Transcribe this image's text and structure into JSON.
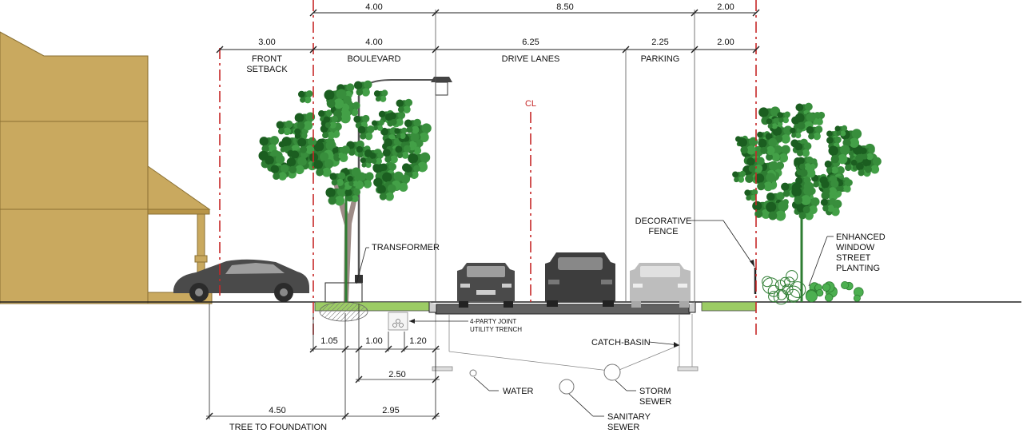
{
  "dimensions": {
    "top_row": [
      "4.00",
      "8.50",
      "2.00"
    ],
    "second_row": [
      "3.00",
      "4.00",
      "6.25",
      "2.25",
      "2.00"
    ],
    "bottom": {
      "d105": "1.05",
      "d100": "1.00",
      "d120": "1.20",
      "d250": "2.50",
      "d450": "4.50",
      "d295": "2.95"
    }
  },
  "zones": {
    "front_setback_1": "FRONT",
    "front_setback_2": "SETBACK",
    "boulevard": "BOULEVARD",
    "drive_lanes": "DRIVE LANES",
    "parking": "PARKING"
  },
  "centerline": "CL",
  "annotations": {
    "transformer": "TRANSFORMER",
    "trench_1": "4-PARTY JOINT",
    "trench_2": "UTILITY TRENCH",
    "catch_basin": "CATCH-BASIN",
    "water": "WATER",
    "storm_1": "STORM",
    "storm_2": "SEWER",
    "sanitary_1": "SANITARY",
    "sanitary_2": "SEWER",
    "fence_1": "DECORATIVE",
    "fence_2": "FENCE",
    "planting_1": "ENHANCED",
    "planting_2": "WINDOW",
    "planting_3": "STREET",
    "planting_4": "PLANTING",
    "tree_to_foundation": "TREE TO FOUNDATION"
  },
  "colors": {
    "house": "#c9a95f",
    "house_line": "#8a7033",
    "tree": "#2e7d32",
    "boulevard": "#9ccc65",
    "road": "#555555",
    "car_dark": "#4a4a4a",
    "car_light": "#bdbdbd",
    "property_line": "#c62828"
  }
}
